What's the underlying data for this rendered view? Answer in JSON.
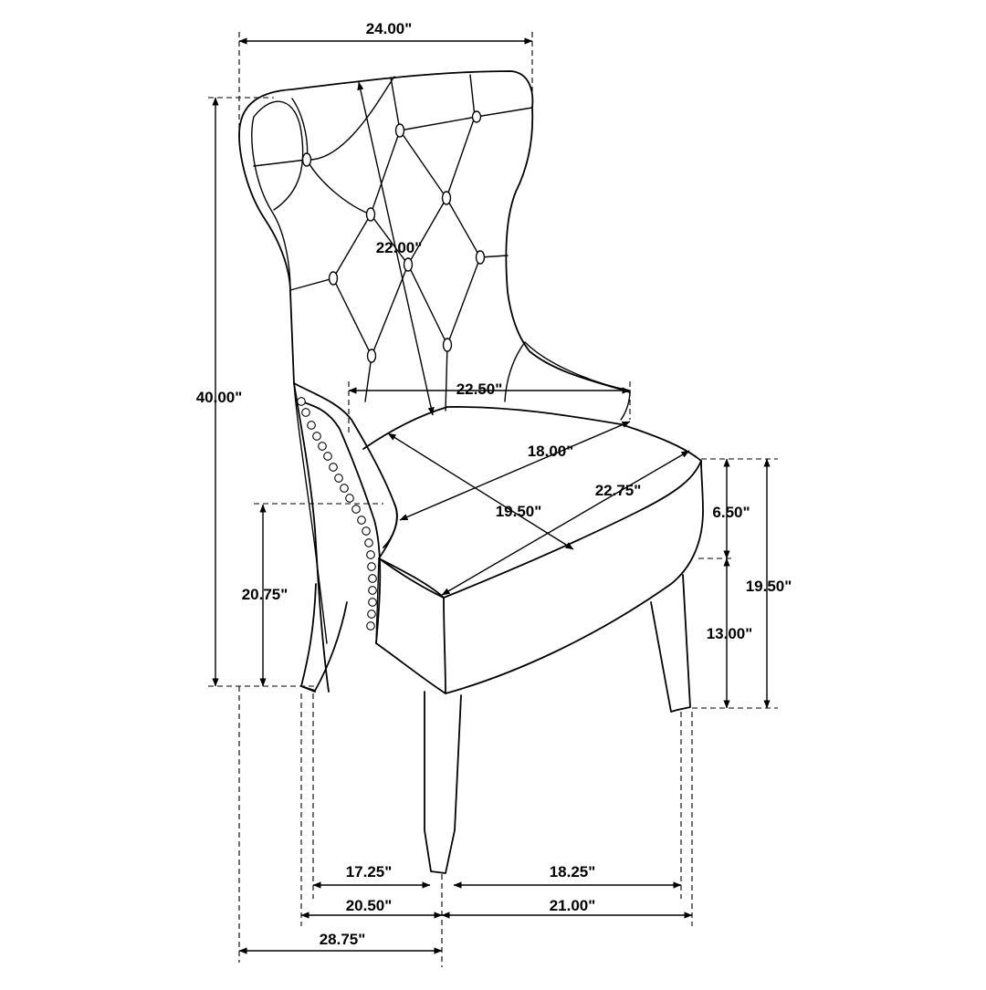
{
  "diagram": {
    "subject": "tufted wingback dining chair",
    "units": "inches",
    "dimensions": {
      "overall_width": "24.00\"",
      "overall_height": "40.00\"",
      "back_height": "22.00\"",
      "seat_width_front": "22.50\"",
      "seat_depth": "18.00\"",
      "seat_diagonal": "19.50\"",
      "seat_width": "22.75\"",
      "cushion_thickness": "6.50\"",
      "seat_height": "19.50\"",
      "arm_height": "20.75\"",
      "leg_height": "13.00\"",
      "depth_inner_left": "17.25\"",
      "depth_inner_right": "18.25\"",
      "depth_outer_left": "20.50\"",
      "depth_outer_right": "21.00\"",
      "overall_depth": "28.75\""
    }
  }
}
